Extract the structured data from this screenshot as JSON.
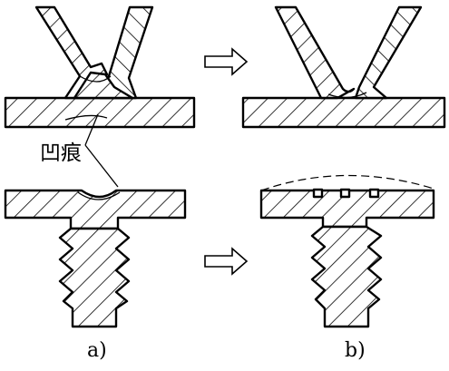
{
  "labels": {
    "callout": "凹痕",
    "panel_a": "a)",
    "panel_b": "b)"
  },
  "colors": {
    "stroke": "#000000",
    "background": "#ffffff"
  },
  "icons": {
    "transition_arrow": "hollow-right-arrow-icon"
  }
}
